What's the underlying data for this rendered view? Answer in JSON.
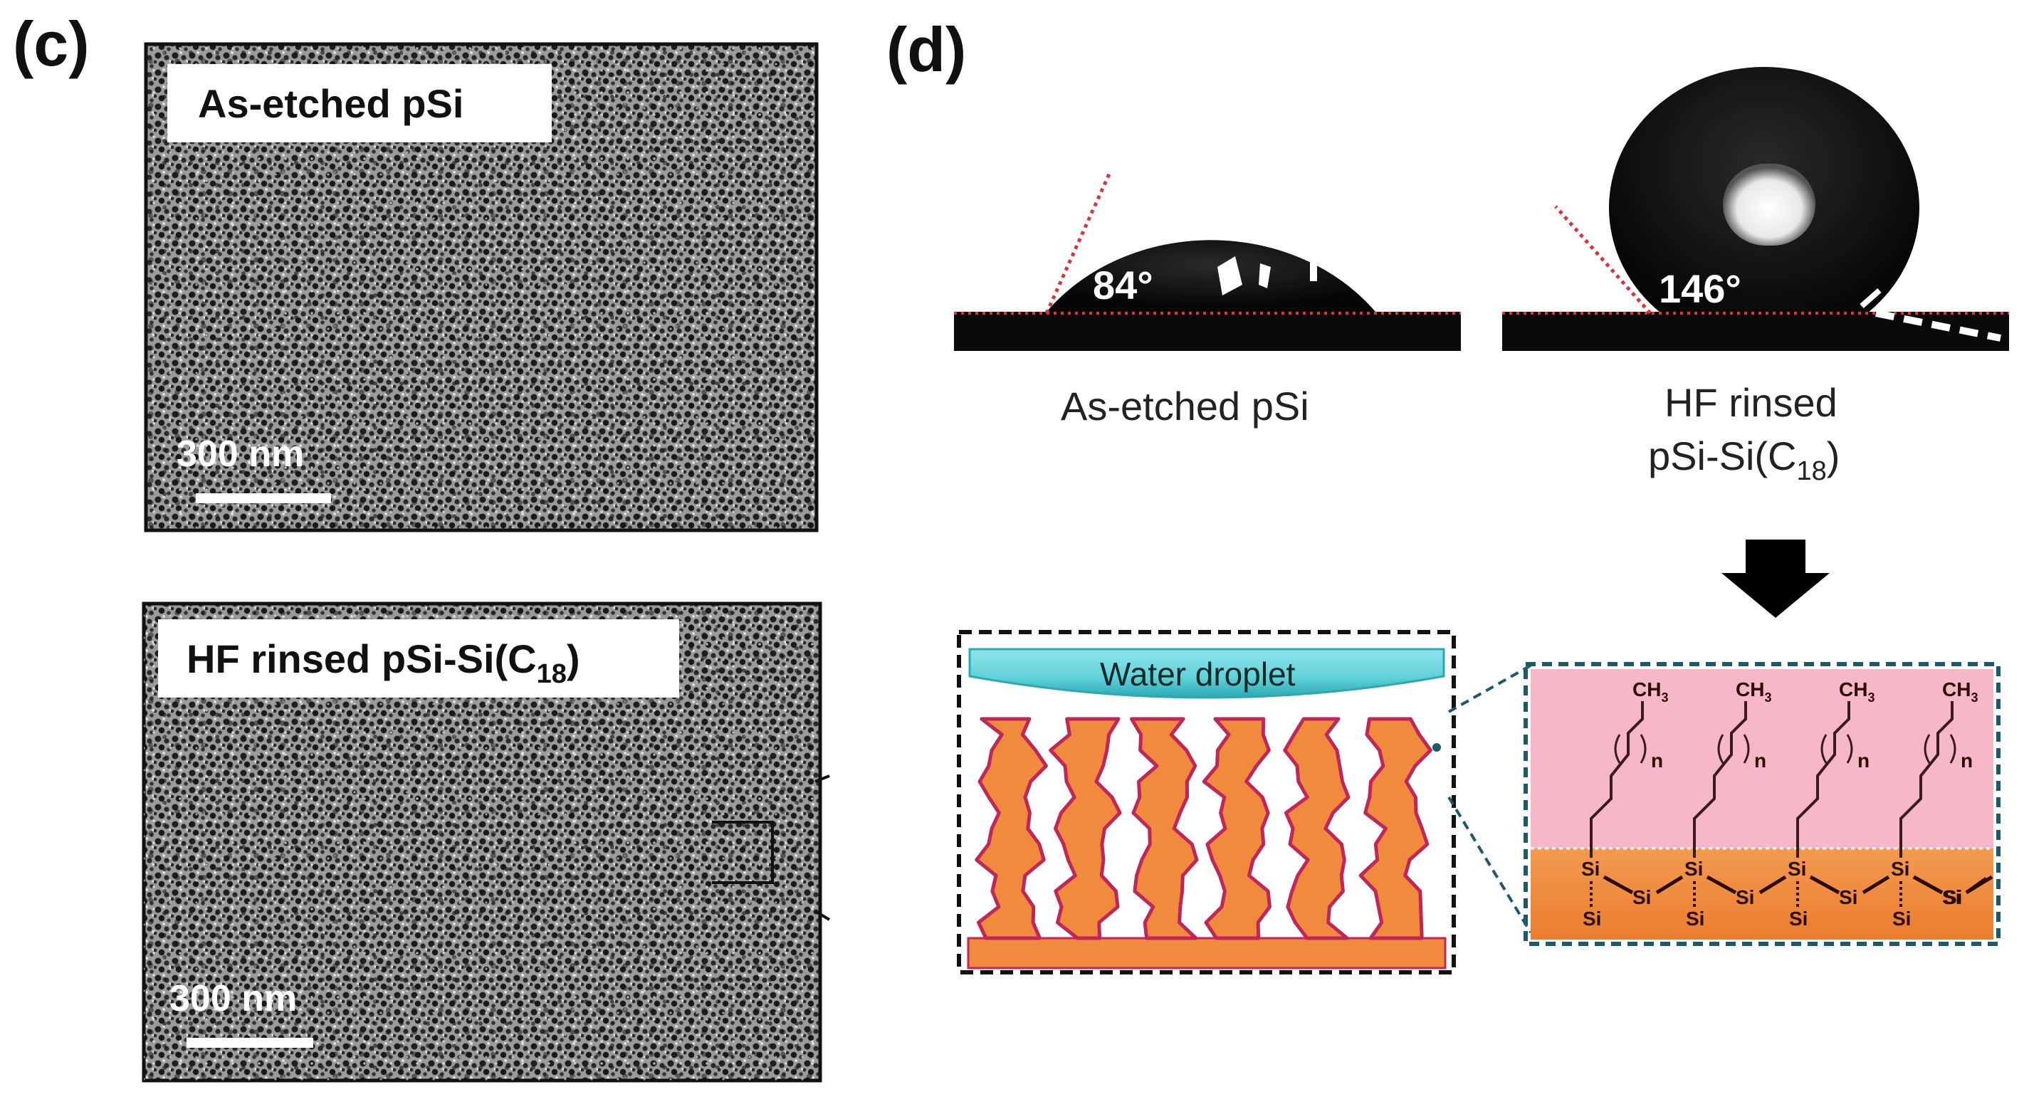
{
  "panels": {
    "c": {
      "label": "(c)",
      "top_image": {
        "title": "As-etched pSi",
        "scale_bar": "300 nm"
      },
      "bottom_image": {
        "title_main": "HF rinsed pSi-Si(C",
        "title_sub": "18",
        "title_end": ")",
        "scale_bar": "300 nm"
      }
    },
    "d": {
      "label": "(d)",
      "left_droplet": {
        "angle": "84°",
        "caption": "As-etched pSi"
      },
      "right_droplet": {
        "angle": "146°",
        "caption_line1": "HF rinsed",
        "caption_line2_main": "pSi-Si(C",
        "caption_line2_sub": "18",
        "caption_line2_end": ")"
      },
      "schematic": {
        "droplet_label": "Water droplet",
        "methyl_main": "CH",
        "methyl_sub": "3",
        "chain_repeat": "n",
        "silicon_atom": "Si"
      }
    }
  },
  "colors": {
    "water": "#5fd0d8",
    "pore_fill": "#f08a3c",
    "pore_outline": "#c0265a",
    "monolayer_bg": "#f6b8c8",
    "substrate": "#f08a3c",
    "contact_line": "#e0303a",
    "dashed_frame": "#1b5a6a"
  }
}
